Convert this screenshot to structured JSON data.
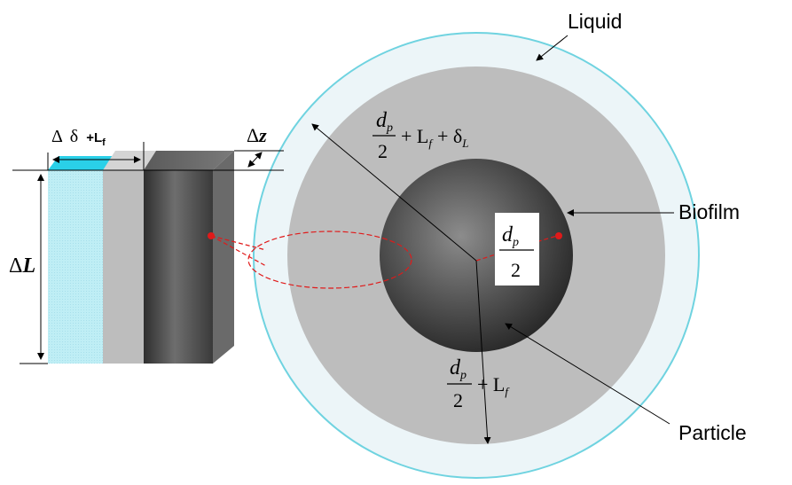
{
  "labels": {
    "liquid": "Liquid",
    "biofilm": "Biofilm",
    "particle": "Particle"
  },
  "left_block": {
    "width_delta": "Δ",
    "width_delta_sym": "δ",
    "width_plus": "+L",
    "width_plus_sub": "f",
    "height_delta": "Δ",
    "height_var": "L",
    "depth_delta": "Δ",
    "depth_var": "z"
  },
  "formulas": {
    "outer": {
      "numerator": "d",
      "numerator_sub": "p",
      "denominator": "2",
      "rest_plus1": "+ L",
      "rest_sub1": "f",
      "rest_plus2": "+ δ",
      "rest_sub2": "L"
    },
    "middle": {
      "numerator": "d",
      "numerator_sub": "p",
      "denominator": "2",
      "rest_plus": "+ L",
      "rest_sub": "f"
    },
    "inner": {
      "numerator": "d",
      "numerator_sub": "p",
      "denominator": "2"
    }
  },
  "colors": {
    "liquid_fill": "#ecf5f8",
    "liquid_ring": "#6fd3e0",
    "biofilm_fill": "#bdbdbd",
    "particle_dark": "#2e2e2e",
    "particle_light": "#8a8a8a",
    "cyan_strip": "#2ad0e8",
    "cyan_face": "#bfeef5",
    "marker": "#e01a1a"
  }
}
